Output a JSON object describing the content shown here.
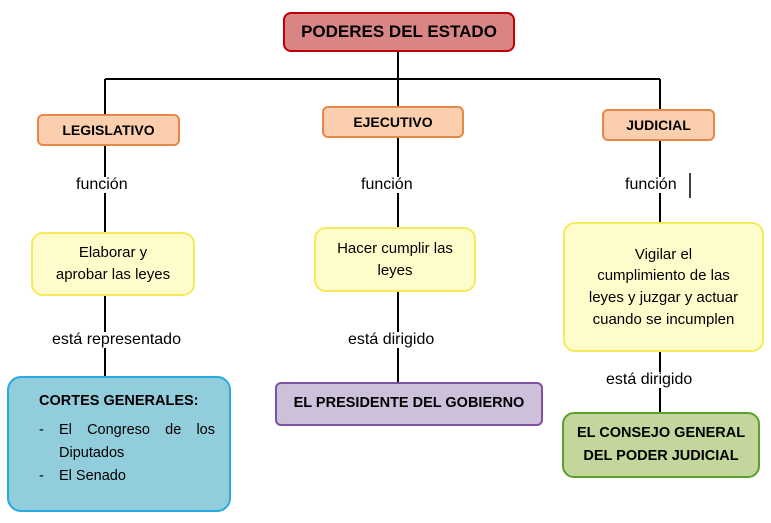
{
  "title": "PODERES DEL ESTADO",
  "branches": [
    {
      "name": "LEGISLATIVO",
      "link1": "función",
      "function_lines": [
        "Elaborar y",
        "aprobar las leyes"
      ],
      "link2": "está representado",
      "body": {
        "heading": "CORTES GENERALES:",
        "items": [
          "El Congreso de los Diputados",
          "El Senado"
        ]
      }
    },
    {
      "name": "EJECUTIVO",
      "link1": "función",
      "function_lines": [
        "Hacer cumplir las",
        "leyes"
      ],
      "link2": "está dirigido",
      "body_text": "EL PRESIDENTE DEL GOBIERNO"
    },
    {
      "name": "JUDICIAL",
      "link1": "función",
      "function_lines": [
        "Vigilar el",
        "cumplimiento de las",
        "leyes y juzgar y actuar",
        "cuando se incumplen"
      ],
      "link2": "está dirigido",
      "body_lines": [
        "EL CONSEJO GENERAL",
        "DEL PODER JUDICIAL"
      ]
    }
  ]
}
